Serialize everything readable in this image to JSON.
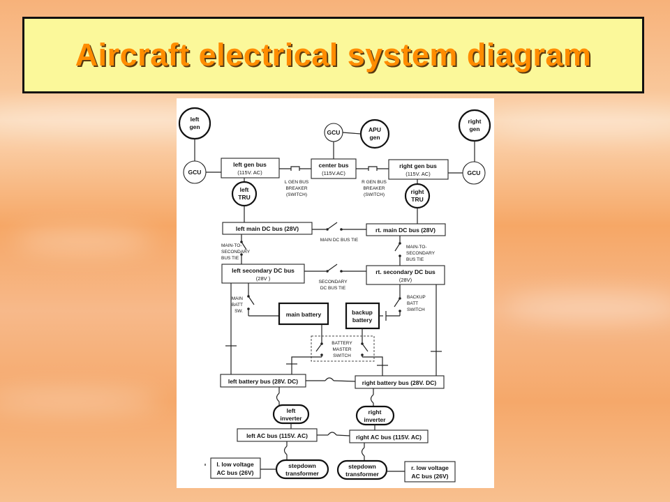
{
  "title": "Aircraft electrical system diagram",
  "diagram": {
    "left_gen": [
      "left",
      "gen"
    ],
    "right_gen": [
      "right",
      "gen"
    ],
    "apu_gen": [
      "APU",
      "gen"
    ],
    "gcu": "GCU",
    "left_gen_bus": [
      "left gen bus",
      "(115V. AC)"
    ],
    "center_bus": [
      "center bus",
      "(115V.AC)"
    ],
    "right_gen_bus": [
      "right gen bus",
      "(115V. AC)"
    ],
    "l_gen_bus_breaker": [
      "L GEN BUS",
      "BREAKER",
      "(SWITCH)"
    ],
    "r_gen_bus_breaker": [
      "R GEN BUS",
      "BREAKER",
      "(SWITCH)"
    ],
    "left_tru": [
      "left",
      "TRU"
    ],
    "right_tru": [
      "right",
      "TRU"
    ],
    "left_main_dc_bus": "left main DC bus (28V)",
    "rt_main_dc_bus": "rt. main DC bus (28V)",
    "main_dc_bus_tie": "MAIN DC BUS TIE",
    "main_to_secondary_left": [
      "MAIN-TO-",
      "SECONDARY",
      "BUS TIE"
    ],
    "main_to_secondary_right": [
      "MAIN-TO-",
      "SECONDARY",
      "BUS TIE"
    ],
    "left_secondary_dc_bus": [
      "left secondary DC bus",
      "(28V )"
    ],
    "rt_secondary_dc_bus": [
      "rt. secondary DC bus",
      "(28V)"
    ],
    "secondary_dc_bus_tie": [
      "SECONDARY",
      "DC BUS TIE"
    ],
    "main_batt_sw": [
      "MAIN",
      "BATT",
      "SW."
    ],
    "main_battery": "main battery",
    "backup_battery": [
      "backup",
      "battery"
    ],
    "backup_batt_switch": [
      "BACKUP",
      "BATT",
      "SWITCH"
    ],
    "battery_master_switch": [
      "BATTERY",
      "MASTER",
      "SWITCH"
    ],
    "left_battery_bus": "left battery bus (28V. DC)",
    "right_battery_bus": "right battery bus (28V. DC)",
    "left_inverter": [
      "left",
      "inverter"
    ],
    "right_inverter": [
      "right",
      "inverter"
    ],
    "left_ac_bus": "left AC bus (115V. AC)",
    "right_ac_bus": "right AC bus (115V. AC)",
    "stepdown_transformer": [
      "stepdown",
      "transformer"
    ],
    "l_low_voltage": [
      "l. low voltage",
      "AC bus (26V)"
    ],
    "r_low_voltage": [
      "r. low voltage",
      "AC bus (26V)"
    ]
  }
}
